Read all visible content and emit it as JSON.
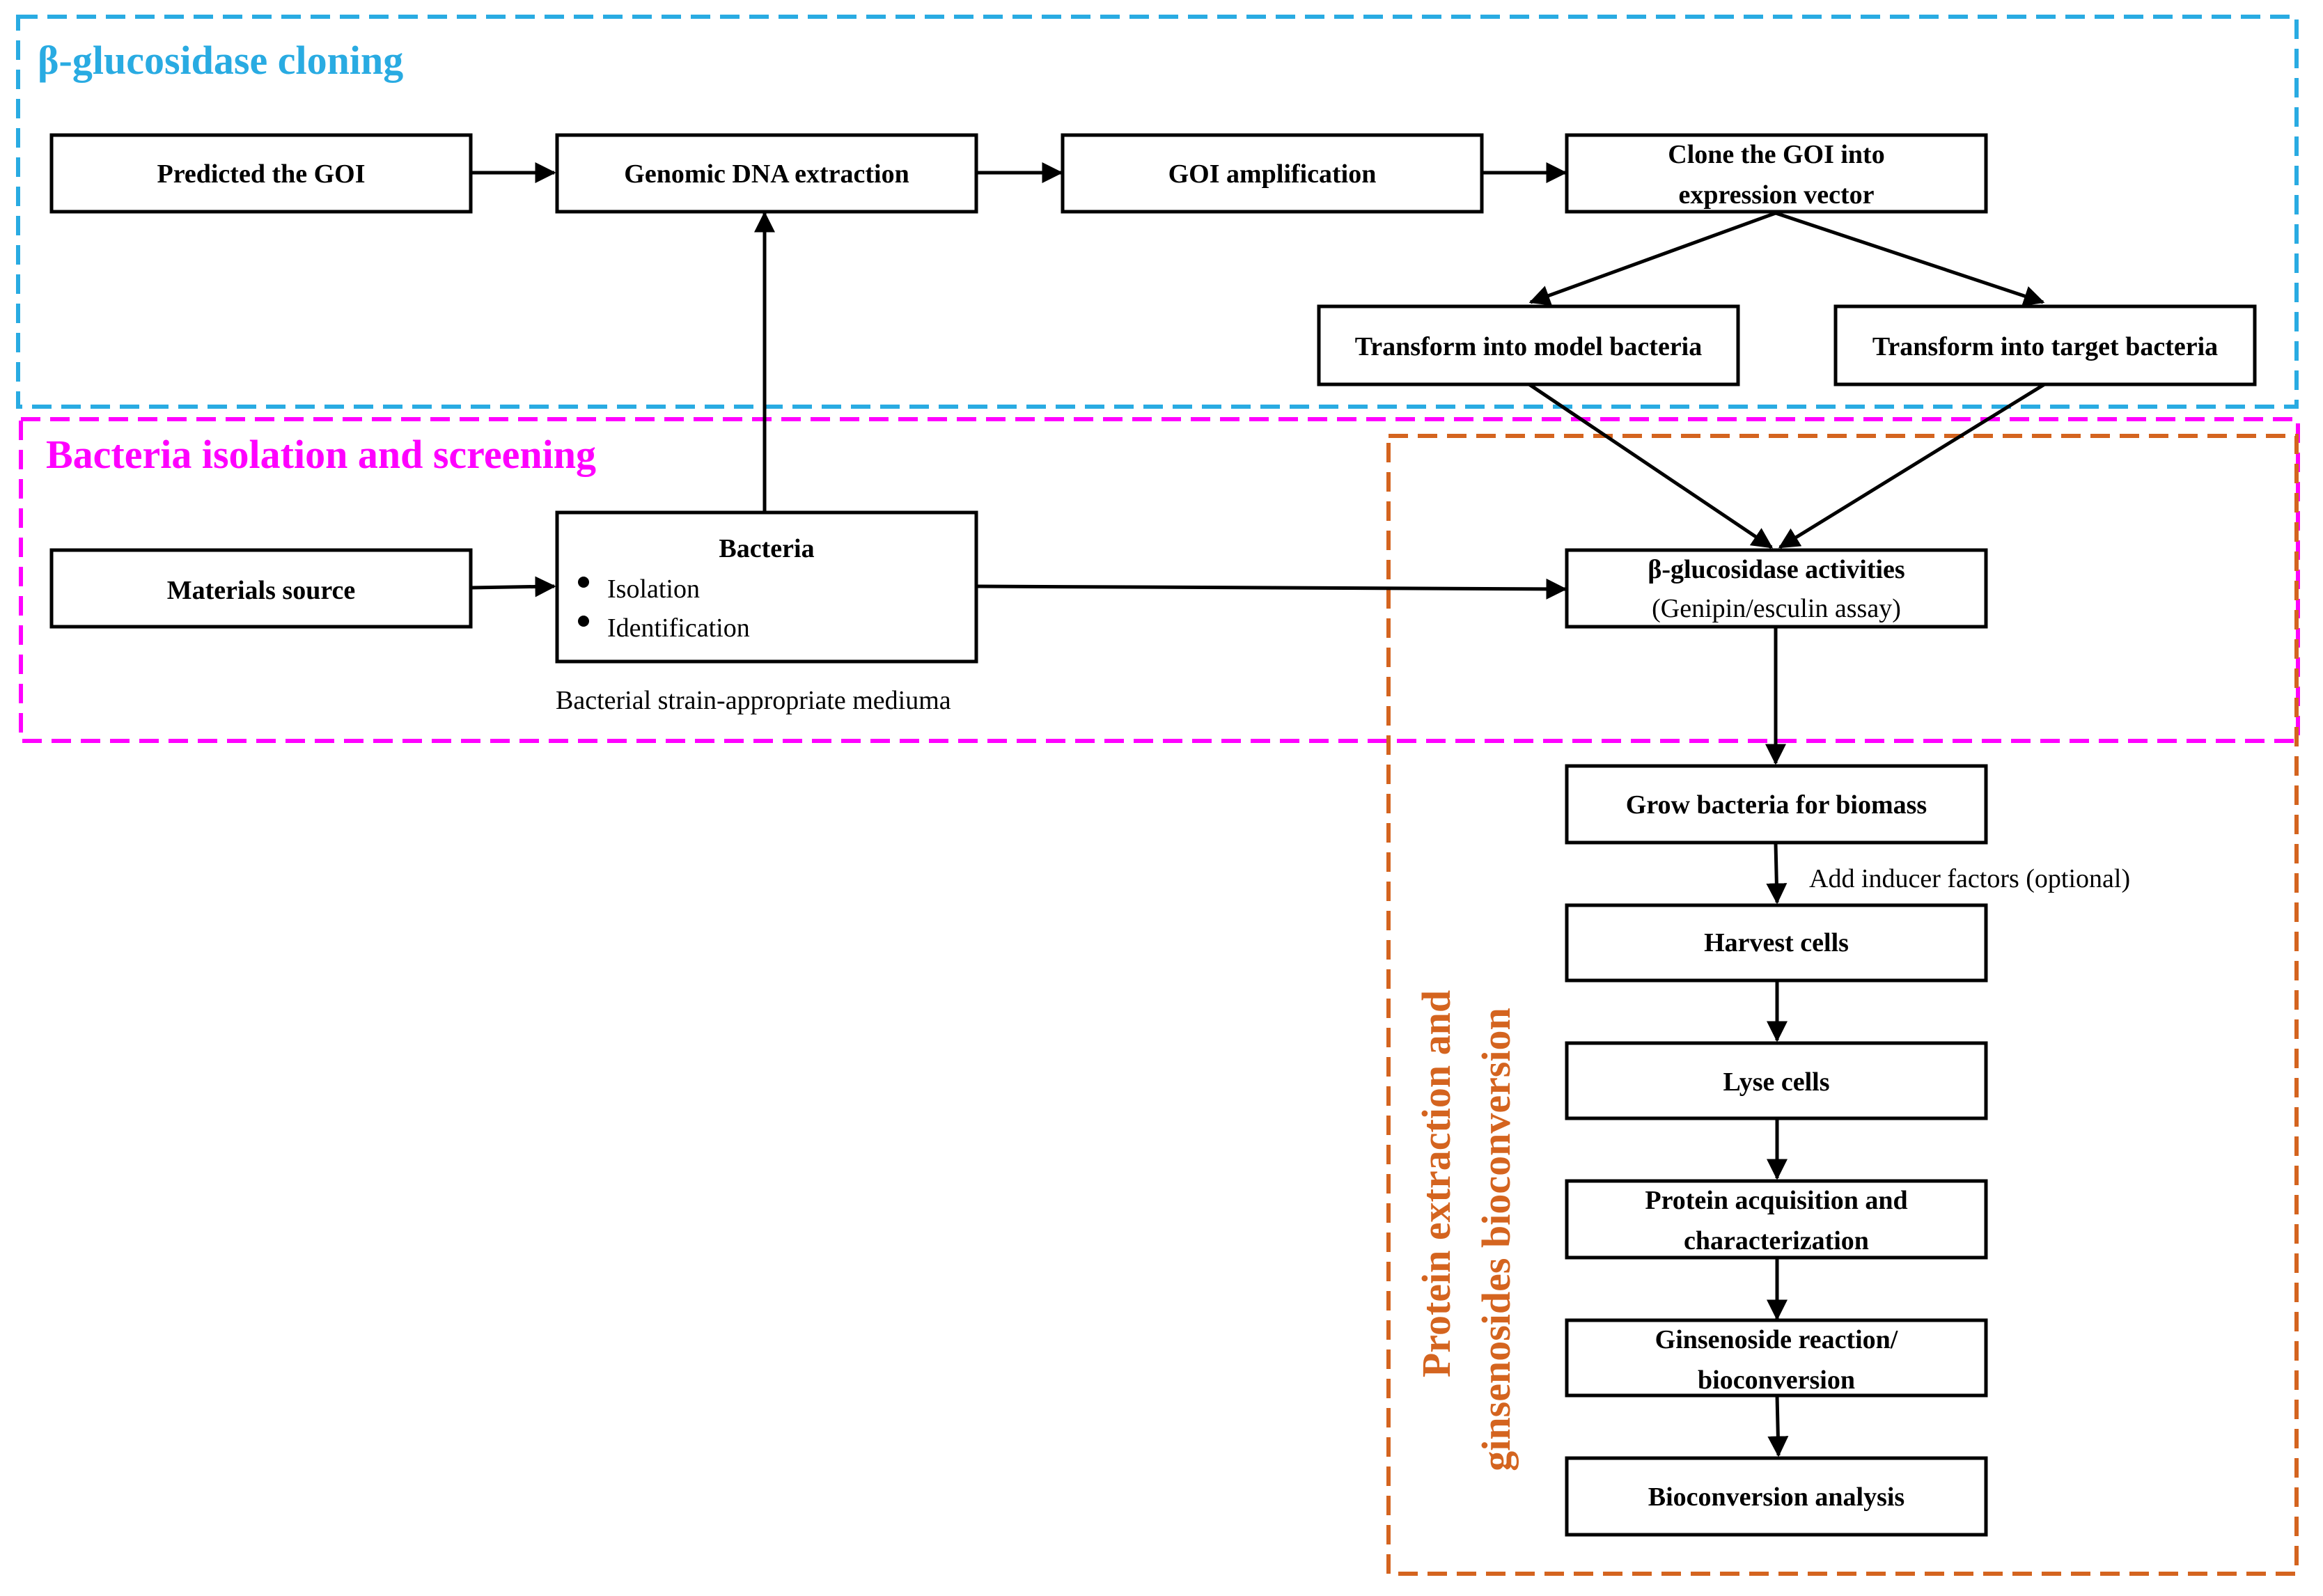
{
  "colors": {
    "cloning": "#29abe2",
    "isolation": "#ff00ff",
    "protein": "#d4641f"
  },
  "sections": {
    "cloning_title": "β-glucosidase cloning",
    "isolation_title": "Bacteria isolation and screening",
    "protein_title_line1": "Protein extraction and",
    "protein_title_line2": "ginsenosides bioconversion"
  },
  "nodes": {
    "predicted_goi": "Predicted the GOI",
    "genomic_dna": "Genomic DNA extraction",
    "goi_amplification": "GOI amplification",
    "clone_line1": "Clone the GOI into",
    "clone_line2": "expression vector",
    "transform_model": "Transform into model bacteria",
    "transform_target": "Transform into target bacteria",
    "materials_source": "Materials source",
    "bacteria_title": "Bacteria",
    "bacteria_bullet1": "Isolation",
    "bacteria_bullet2": "Identification",
    "activity_line1": "β-glucosidase activities",
    "activity_line2": "(Genipin/esculin assay)",
    "grow_bacteria": "Grow bacteria for biomass",
    "harvest_cells": "Harvest cells",
    "lyse_cells": "Lyse cells",
    "protein_line1": "Protein acquisition and",
    "protein_line2": "characterization",
    "ginsenoside_line1": "Ginsenoside reaction/",
    "ginsenoside_line2": "bioconversion",
    "bioconversion_analysis": "Bioconversion analysis"
  },
  "annotations": {
    "medium": "Bacterial strain-appropriate mediuma",
    "inducer": "Add inducer factors (optional)"
  }
}
